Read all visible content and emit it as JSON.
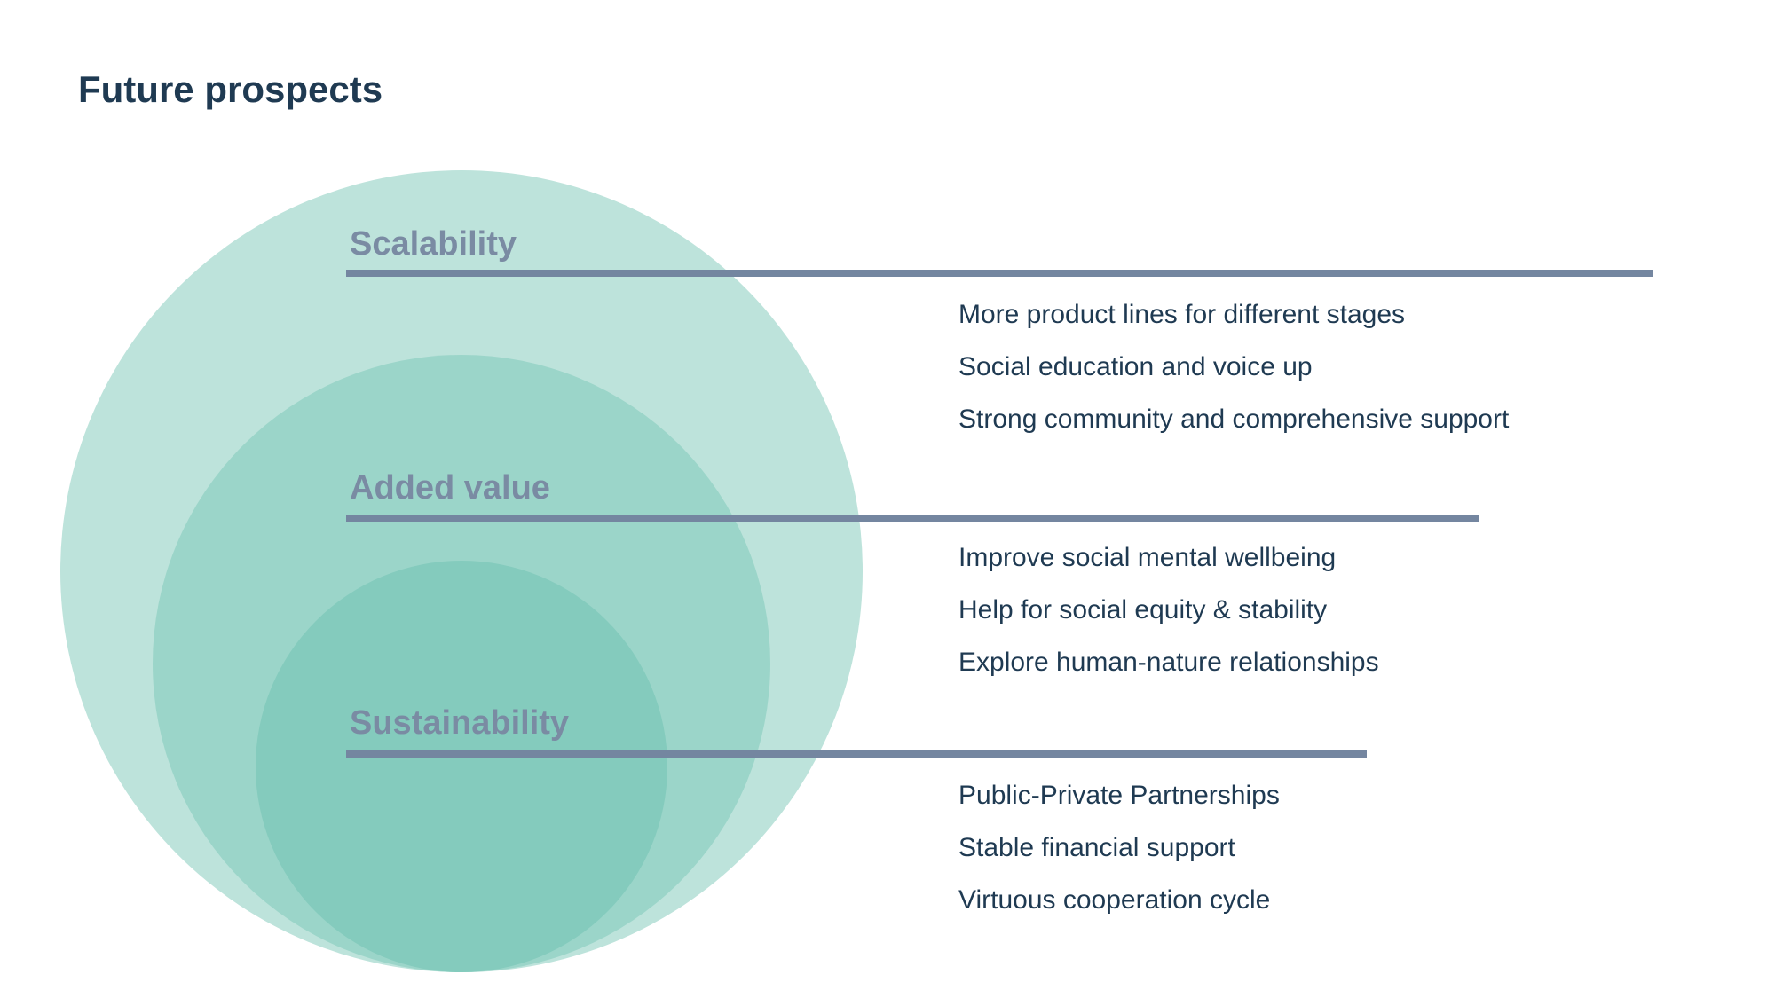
{
  "title": "Future prospects",
  "colors": {
    "title": "#1f3a52",
    "heading": "#7a8ba3",
    "rule": "#7486a0",
    "text": "#1f3a52",
    "circle_outer": "#bde3db",
    "circle_middle": "#9bd5c9",
    "circle_inner": "#84cbbd"
  },
  "sections": [
    {
      "heading": "Scalability",
      "items": [
        "More product lines for different stages",
        "Social education and voice up",
        "Strong community and comprehensive support"
      ]
    },
    {
      "heading": "Added value",
      "items": [
        "Improve social mental wellbeing",
        "Help for social equity & stability",
        "Explore human-nature relationships"
      ]
    },
    {
      "heading": "Sustainability",
      "items": [
        "Public-Private Partnerships",
        "Stable financial support",
        "Virtuous cooperation cycle"
      ]
    }
  ]
}
